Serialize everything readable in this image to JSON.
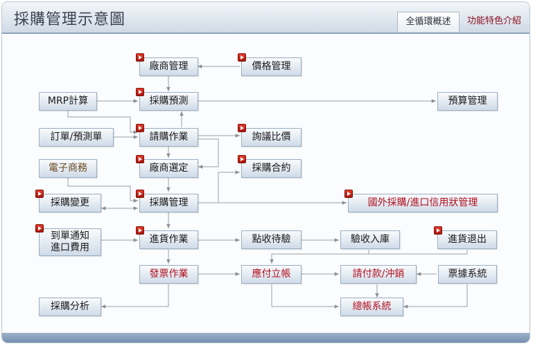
{
  "header": {
    "title": "採購管理示意圖",
    "tabs": [
      {
        "label": "全循環概述"
      },
      {
        "label": "功能特色介紹"
      }
    ]
  },
  "colors": {
    "link_text": "#b11020",
    "external_text": "#6b4a1f",
    "node_border": "#9aaec3",
    "flag": "#d0281b",
    "header_rule": "#8fa5bd"
  },
  "nodes": {
    "vendor_mgmt": {
      "label": "廠商管理",
      "link": true
    },
    "price_mgmt": {
      "label": "價格管理",
      "link": true
    },
    "mrp_calc": {
      "label": "MRP計算",
      "link": false
    },
    "purchase_forecast": {
      "label": "採購預測",
      "link": true
    },
    "budget_mgmt": {
      "label": "預算管理",
      "link": false
    },
    "order_forecast": {
      "label": "訂單/預測單",
      "link": false
    },
    "requisition": {
      "label": "請購作業",
      "link": true
    },
    "inquiry_compare": {
      "label": "詢議比價",
      "link": true
    },
    "ecommerce": {
      "label": "電子商務",
      "link": false
    },
    "vendor_select": {
      "label": "廠商選定",
      "link": true
    },
    "purchase_contract": {
      "label": "採購合約",
      "link": true
    },
    "purchase_change": {
      "label": "採購變更",
      "link": true
    },
    "purchase_mgmt": {
      "label": "採購管理",
      "link": true
    },
    "foreign_lc": {
      "label": "國外採購/進口信用狀管理",
      "link": true
    },
    "arrival_notice": {
      "label": "到單通知",
      "label2": "進口費用",
      "link": true
    },
    "receiving": {
      "label": "進貨作業",
      "link": true
    },
    "count_inspect": {
      "label": "點收待驗",
      "link": false
    },
    "inspect_store": {
      "label": "驗收入庫",
      "link": false
    },
    "purchase_return": {
      "label": "進貨退出",
      "link": true
    },
    "invoice": {
      "label": "發票作業",
      "link": false
    },
    "ap_account": {
      "label": "應付立帳",
      "link": false
    },
    "payment_offset": {
      "label": "請付款/沖銷",
      "link": false
    },
    "bill_system": {
      "label": "票據系統",
      "link": false
    },
    "purchase_analysis": {
      "label": "採購分析",
      "link": false
    },
    "general_ledger": {
      "label": "總帳系統",
      "link": false
    }
  }
}
